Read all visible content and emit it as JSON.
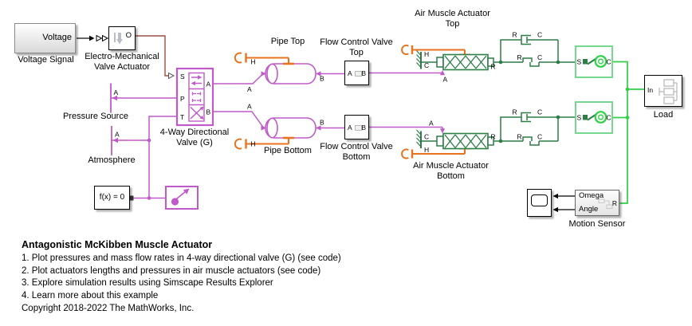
{
  "colors": {
    "gas": "#c05ac8",
    "thermal": "#e8731e",
    "mech_translational": "#2c7d46",
    "mech_rotational": "#2fcf4a",
    "rotational_block_border": "#74d98e",
    "physical_signal": "#9c4f47",
    "signal": "#000000"
  },
  "blocks": {
    "voltage_signal": {
      "inner": "Voltage",
      "label": "Voltage Signal"
    },
    "emva": {
      "out": "O",
      "label1": "Electro-Mechanical",
      "label2": "Valve Actuator"
    },
    "valve": {
      "s": "S",
      "p": "P",
      "t": "T",
      "a": "A",
      "b": "B",
      "label1": "4-Way Directional",
      "label2": "Valve (G)"
    },
    "pressure_source": {
      "port": "A",
      "label": "Pressure Source"
    },
    "atmosphere": {
      "port": "A",
      "label": "Atmosphere"
    },
    "solver": {
      "text": "f(x) = 0"
    },
    "pipe_top": {
      "a": "A",
      "b": "B",
      "h": "H",
      "label": "Pipe Top"
    },
    "pipe_bottom": {
      "a": "A",
      "b": "B",
      "h": "H",
      "label": "Pipe Bottom"
    },
    "fcv_top": {
      "a": "A",
      "b": "B",
      "label1": "Flow Control Valve",
      "label2": "Top"
    },
    "fcv_bottom": {
      "a": "A",
      "b": "B",
      "label1": "Flow Control Valve",
      "label2": "Bottom"
    },
    "ama_top": {
      "a": "A",
      "c": "C",
      "h": "H",
      "r": "R",
      "label1": "Air Muscle Actuator",
      "label2": "Top"
    },
    "ama_bottom": {
      "a": "A",
      "c": "C",
      "h": "H",
      "r": "R",
      "label1": "Air Muscle Actuator",
      "label2": "Bottom"
    },
    "damper_top": {
      "r": "R",
      "c": "C"
    },
    "stop_top": {
      "r": "R",
      "c": "C"
    },
    "damper_bottom": {
      "r": "R",
      "c": "C"
    },
    "stop_bottom": {
      "r": "R",
      "c": "C"
    },
    "wheel_top": {
      "s": "S",
      "c": "C"
    },
    "wheel_bottom": {
      "s": "S",
      "c": "C"
    },
    "load": {
      "in": "In",
      "label": "Load"
    },
    "motion_sensor": {
      "omega": "Omega",
      "angle": "Angle",
      "r": "R",
      "label": "Motion Sensor"
    }
  },
  "annotation": {
    "title": "Antagonistic McKibben Muscle Actuator",
    "items": [
      "1. Plot pressures and mass flow rates in 4-way directional valve (G) (see code)",
      "2. Plot actuators lengths and pressures in air muscle actuators (see code)",
      "3. Explore simulation results using Simscape Results Explorer",
      "4. Learn more about this example"
    ],
    "copyright": "Copyright 2018-2022 The MathWorks, Inc."
  }
}
